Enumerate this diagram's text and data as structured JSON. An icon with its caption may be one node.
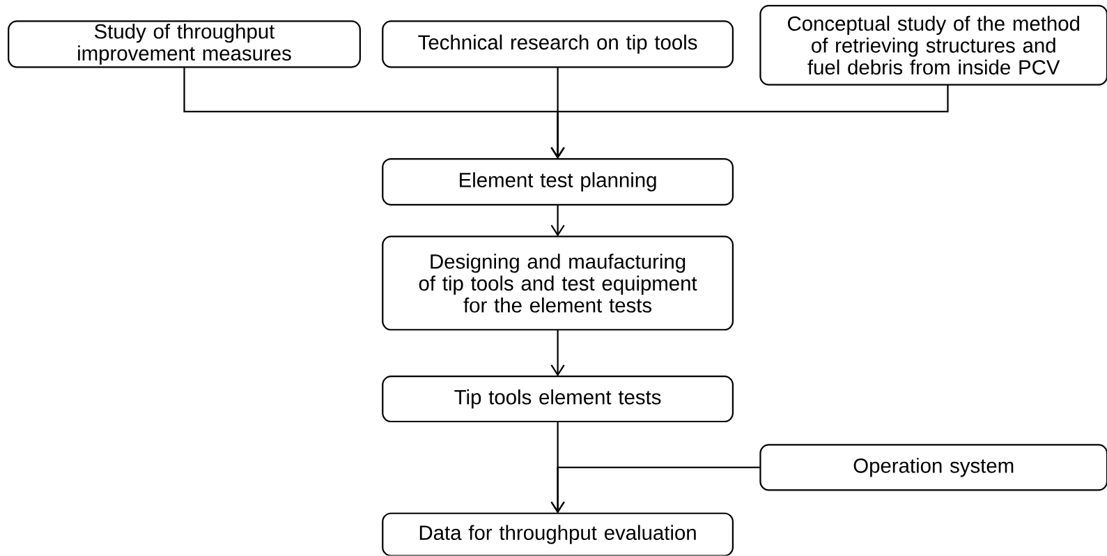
{
  "diagram": {
    "nodes": [
      {
        "text": [
          "Study of throughput improvement measures"
        ]
      },
      {
        "text": [
          "Technical research on tip tools"
        ]
      },
      {
        "text": [
          "Conceptual study of the method of retrieving structures and fuel debris from inside PCV"
        ]
      },
      {
        "text": [
          "Element test planning"
        ]
      },
      {
        "text": [
          "Designing and maufacturing of tip tools and test equipment for the element tests"
        ]
      },
      {
        "text": [
          "Tip tools element tests"
        ]
      },
      {
        "text": [
          "Operation system"
        ]
      },
      {
        "text": [
          "Data for throughput evaluation"
        ]
      }
    ],
    "edges": [
      {
        "from": 0,
        "to": 3,
        "arrow": "to"
      },
      {
        "from": 1,
        "to": 3,
        "arrow": "to"
      },
      {
        "from": 2,
        "to": 3,
        "arrow": "to"
      },
      {
        "from": 3,
        "to": 4,
        "arrow": "to"
      },
      {
        "from": 4,
        "to": 5,
        "arrow": "to"
      },
      {
        "from": 5,
        "to": 7,
        "arrow": "to"
      },
      {
        "from": 6,
        "to": 7,
        "arrow": "to"
      }
    ]
  }
}
